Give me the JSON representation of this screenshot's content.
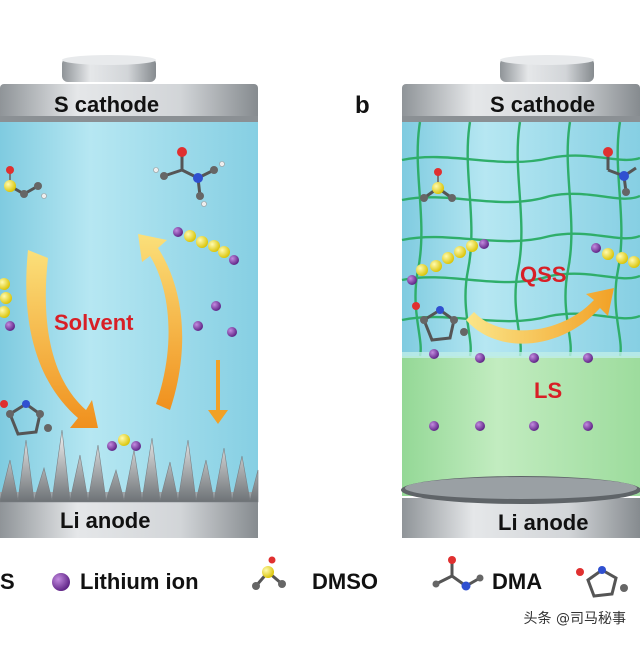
{
  "panels": {
    "a": {
      "cathode_label": "S cathode",
      "anode_label": "Li anode",
      "center_label": "Solvent"
    },
    "b": {
      "panel_letter": "b",
      "cathode_label": "S cathode",
      "anode_label": "Li anode",
      "upper_label": "QSS",
      "lower_label": "LS"
    }
  },
  "legend": {
    "s_label": "S",
    "lithium_label": "Lithium ion",
    "dmso_label": "DMSO",
    "dma_label": "DMA"
  },
  "watermark": "头条 @司马秘事",
  "colors": {
    "electrolyte_blue": "#9fdbe9",
    "gel_green": "#a8e2a4",
    "grid_green": "#2fae6a",
    "arrow_orange": "#f5a623",
    "sulfur_yellow": "#f2e23a",
    "lithium_purple": "#7a3a9e",
    "label_red": "#d81f26",
    "cap_grey": "#b8bcc0"
  }
}
